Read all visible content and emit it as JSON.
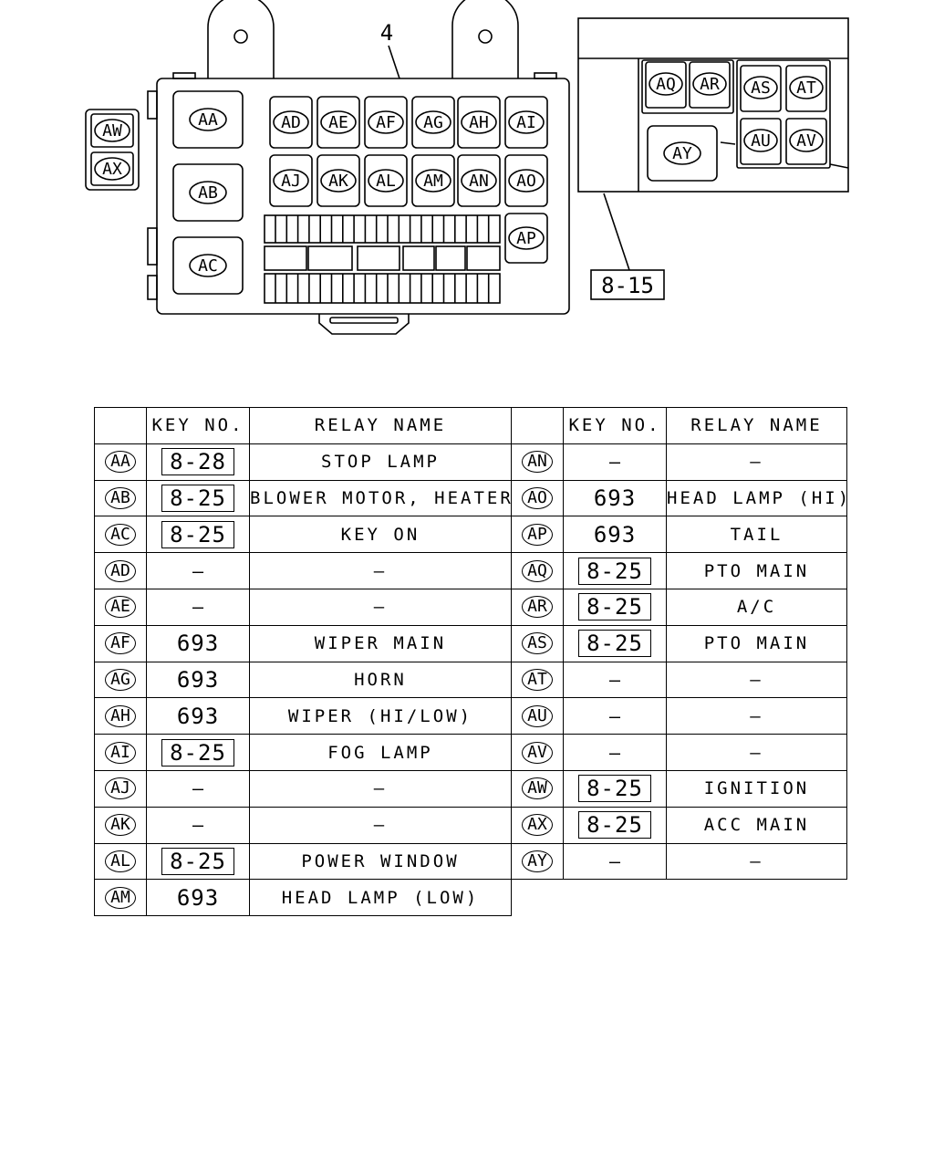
{
  "diagram": {
    "callout_main": "4",
    "callout_ref": "8-15",
    "main_box_labels": [
      "AA",
      "AB",
      "AC",
      "AD",
      "AE",
      "AF",
      "AG",
      "AH",
      "AI",
      "AJ",
      "AK",
      "AL",
      "AM",
      "AN",
      "AO",
      "AP"
    ],
    "side_labels": [
      "AW",
      "AX"
    ],
    "sub_box_labels": [
      "AQ",
      "AR",
      "AS",
      "AT",
      "AU",
      "AV",
      "AY"
    ]
  },
  "table": {
    "headers": {
      "key": "KEY NO.",
      "relay": "RELAY NAME"
    },
    "left": [
      {
        "code": "AA",
        "key": "8-28",
        "key_boxed": true,
        "name": "STOP LAMP"
      },
      {
        "code": "AB",
        "key": "8-25",
        "key_boxed": true,
        "name": "BLOWER MOTOR, HEATER"
      },
      {
        "code": "AC",
        "key": "8-25",
        "key_boxed": true,
        "name": "KEY ON"
      },
      {
        "code": "AD",
        "key": "—",
        "key_boxed": false,
        "name": "—"
      },
      {
        "code": "AE",
        "key": "—",
        "key_boxed": false,
        "name": "—"
      },
      {
        "code": "AF",
        "key": "693",
        "key_boxed": false,
        "name": "WIPER MAIN"
      },
      {
        "code": "AG",
        "key": "693",
        "key_boxed": false,
        "name": "HORN"
      },
      {
        "code": "AH",
        "key": "693",
        "key_boxed": false,
        "name": "WIPER (HI/LOW)"
      },
      {
        "code": "AI",
        "key": "8-25",
        "key_boxed": true,
        "name": "FOG LAMP"
      },
      {
        "code": "AJ",
        "key": "—",
        "key_boxed": false,
        "name": "—"
      },
      {
        "code": "AK",
        "key": "—",
        "key_boxed": false,
        "name": "—"
      },
      {
        "code": "AL",
        "key": "8-25",
        "key_boxed": true,
        "name": "POWER WINDOW"
      },
      {
        "code": "AM",
        "key": "693",
        "key_boxed": false,
        "name": "HEAD LAMP (LOW)"
      }
    ],
    "right": [
      {
        "code": "AN",
        "key": "—",
        "key_boxed": false,
        "name": "—"
      },
      {
        "code": "AO",
        "key": "693",
        "key_boxed": false,
        "name": "HEAD LAMP (HI)"
      },
      {
        "code": "AP",
        "key": "693",
        "key_boxed": false,
        "name": "TAIL"
      },
      {
        "code": "AQ",
        "key": "8-25",
        "key_boxed": true,
        "name": "PTO MAIN"
      },
      {
        "code": "AR",
        "key": "8-25",
        "key_boxed": true,
        "name": "A/C"
      },
      {
        "code": "AS",
        "key": "8-25",
        "key_boxed": true,
        "name": "PTO MAIN"
      },
      {
        "code": "AT",
        "key": "—",
        "key_boxed": false,
        "name": "—"
      },
      {
        "code": "AU",
        "key": "—",
        "key_boxed": false,
        "name": "—"
      },
      {
        "code": "AV",
        "key": "—",
        "key_boxed": false,
        "name": "—"
      },
      {
        "code": "AW",
        "key": "8-25",
        "key_boxed": true,
        "name": "IGNITION"
      },
      {
        "code": "AX",
        "key": "8-25",
        "key_boxed": true,
        "name": "ACC MAIN"
      },
      {
        "code": "AY",
        "key": "—",
        "key_boxed": false,
        "name": "—"
      }
    ]
  }
}
